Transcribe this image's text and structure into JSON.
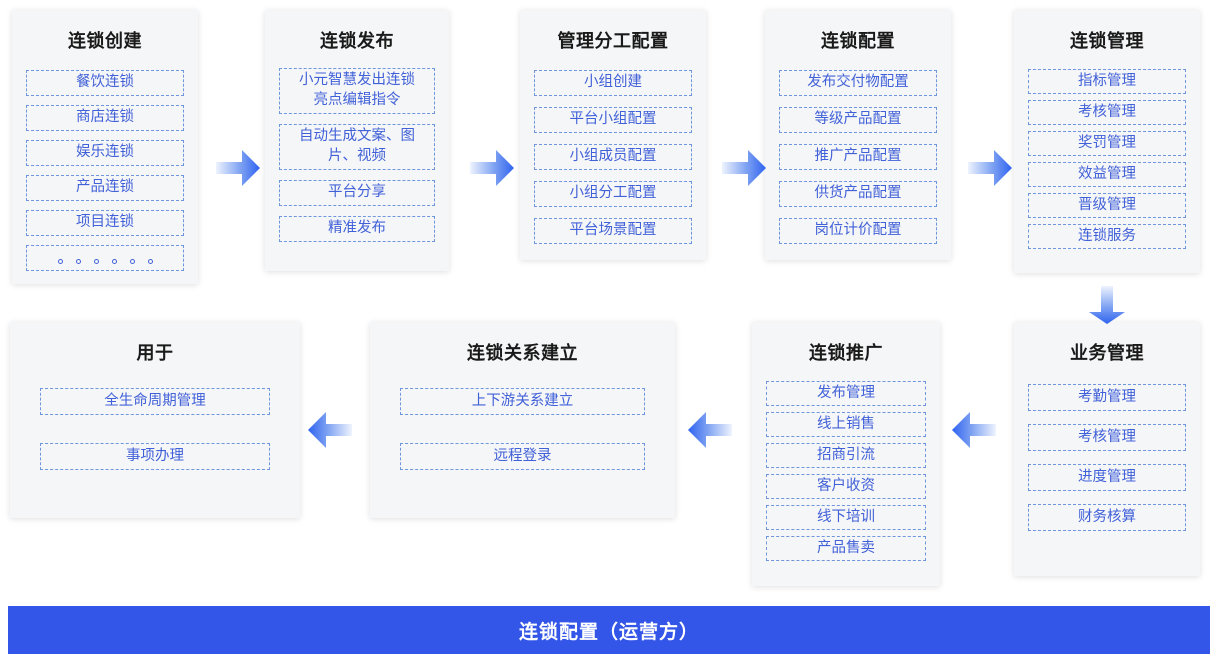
{
  "diagram": {
    "title": "连锁配置（运营方）",
    "colors": {
      "card_bg": "#f5f6f7",
      "item_border": "#6f96dd",
      "item_text": "#4161d8",
      "arrow": "#3b6ef0",
      "banner_bg": "#3355e8",
      "banner_text": "#ffffff",
      "title_text": "#1a1a1a"
    },
    "top_row": [
      {
        "id": "chain-create",
        "title": "连锁创建",
        "items": [
          "餐饮连锁",
          "商店连锁",
          "娱乐连锁",
          "产品连锁",
          "项目连锁"
        ],
        "ellipsis_item": true,
        "ellipsis_dots": 6
      },
      {
        "id": "chain-publish",
        "title": "连锁发布",
        "items": [
          "小元智慧发出连锁\n亮点编辑指令",
          "自动生成文案、图\n片、视频",
          "平台分享",
          "精准发布"
        ],
        "ellipsis_item": false
      },
      {
        "id": "management-division-config",
        "title": "管理分工配置",
        "items": [
          "小组创建",
          "平台小组配置",
          "小组成员配置",
          "小组分工配置",
          "平台场景配置"
        ],
        "ellipsis_item": false
      },
      {
        "id": "chain-config",
        "title": "连锁配置",
        "items": [
          "发布交付物配置",
          "等级产品配置",
          "推广产品配置",
          "供货产品配置",
          "岗位计价配置"
        ],
        "ellipsis_item": false
      },
      {
        "id": "chain-management",
        "title": "连锁管理",
        "items": [
          "指标管理",
          "考核管理",
          "奖罚管理",
          "效益管理",
          "晋级管理",
          "连锁服务"
        ],
        "ellipsis_item": false
      }
    ],
    "bottom_row": [
      {
        "id": "used-for",
        "title": "用于",
        "items": [
          "全生命周期管理",
          "事项办理"
        ]
      },
      {
        "id": "chain-relationship",
        "title": "连锁关系建立",
        "items": [
          "上下游关系建立",
          "远程登录"
        ]
      },
      {
        "id": "chain-promotion",
        "title": "连锁推广",
        "items": [
          "发布管理",
          "线上销售",
          "招商引流",
          "客户收资",
          "线下培训",
          "产品售卖"
        ]
      },
      {
        "id": "business-management",
        "title": "业务管理",
        "items": [
          "考勤管理",
          "考核管理",
          "进度管理",
          "财务核算"
        ]
      }
    ],
    "arrows": [
      {
        "id": "arrow-create-to-publish",
        "direction": "right"
      },
      {
        "id": "arrow-publish-to-division",
        "direction": "right"
      },
      {
        "id": "arrow-division-to-config",
        "direction": "right"
      },
      {
        "id": "arrow-config-to-management",
        "direction": "right"
      },
      {
        "id": "arrow-management-to-business",
        "direction": "down"
      },
      {
        "id": "arrow-business-to-promotion",
        "direction": "left"
      },
      {
        "id": "arrow-promotion-to-relationship",
        "direction": "left"
      },
      {
        "id": "arrow-relationship-to-usedfor",
        "direction": "left"
      }
    ]
  }
}
